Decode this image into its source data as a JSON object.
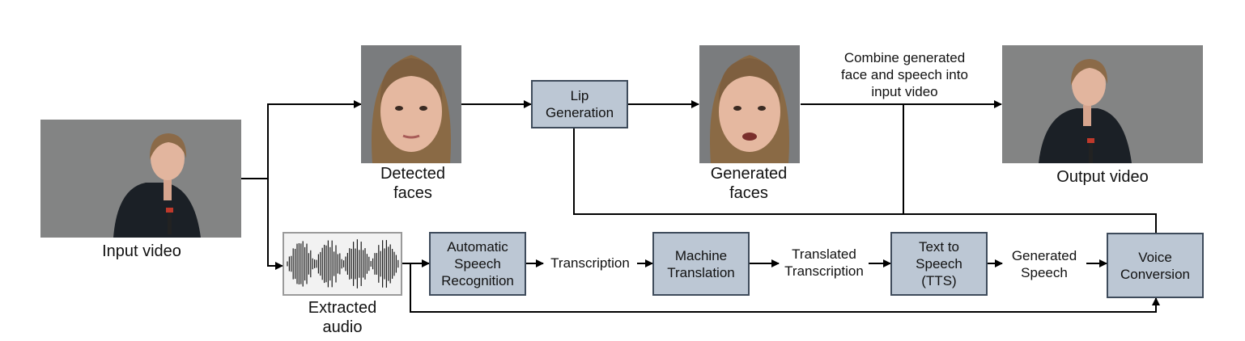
{
  "frames": {
    "input_video": "Input video",
    "detected_faces": "Detected\nfaces",
    "generated_faces": "Generated\nfaces",
    "output_video": "Output video",
    "extracted_audio": "Extracted\naudio"
  },
  "boxes": {
    "lip_generation": "Lip\nGeneration",
    "asr": "Automatic\nSpeech\nRecognition",
    "machine_translation": "Machine\nTranslation",
    "tts": "Text to\nSpeech\n(TTS)",
    "voice_conversion": "Voice\nConversion"
  },
  "edge_labels": {
    "transcription": "Transcription",
    "translated_transcription": "Translated\nTranscription",
    "generated_speech": "Generated\nSpeech",
    "combine": "Combine generated\nface and speech into\ninput video"
  },
  "colors": {
    "box_fill": "#bcc7d4",
    "box_border": "#3e4b5b",
    "arrow": "#000000"
  }
}
